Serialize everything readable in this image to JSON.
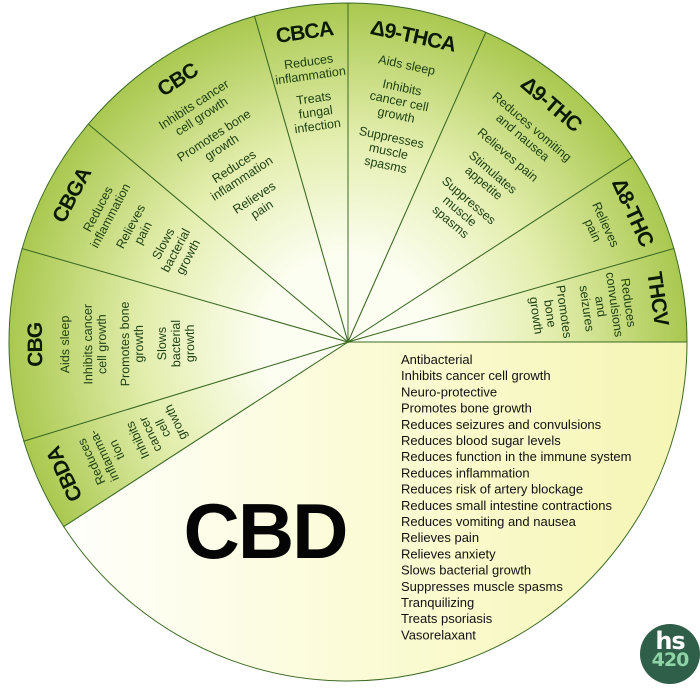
{
  "segments": [
    {
      "name": "CBD",
      "benefits": [
        "Antibacterial",
        "Inhibits cancer cell growth",
        "Neuro-protective",
        "Promotes bone growth",
        "Reduces seizures and convulsions",
        "Reduces blood sugar levels",
        "Reduces function in the immune system",
        "Reduces inflammation",
        "Reduces risk of artery blockage",
        "Reduces small intestine contractions",
        "Reduces vomiting and nausea",
        "Relieves pain",
        "Relieves anxiety",
        "Slows bacterial growth",
        "Suppresses muscle spasms",
        "Tranquilizing",
        "Treats psoriasis",
        "Vasorelaxant"
      ]
    },
    {
      "name": "CBDA",
      "benefits": [
        [
          "Reduces",
          "inflamma-",
          "tion"
        ],
        [
          "Inhibits",
          "cancer",
          "cell",
          "growth"
        ]
      ]
    },
    {
      "name": "CBG",
      "benefits": [
        [
          "Aids sleep"
        ],
        [
          "Inhibits cancer",
          "cell growth"
        ],
        [
          "Promotes bone",
          "growth"
        ],
        [
          "Slows",
          "bacterial",
          "growth"
        ]
      ]
    },
    {
      "name": "CBGA",
      "benefits": [
        [
          "Reduces",
          "inflammation"
        ],
        [
          "Relieves",
          "pain"
        ],
        [
          "Slows",
          "bacterial",
          "growth"
        ]
      ]
    },
    {
      "name": "CBC",
      "benefits": [
        [
          "Inhibits cancer",
          "cell growth"
        ],
        [
          "Promotes bone",
          "growth"
        ],
        [
          "Reduces",
          "inflammation"
        ],
        [
          "Relieves",
          "pain"
        ]
      ]
    },
    {
      "name": "CBCA",
      "benefits": [
        [
          "Reduces",
          "inflammation"
        ],
        [
          "Treats",
          "fungal",
          "infection"
        ]
      ]
    },
    {
      "name": "Δ9-THCA",
      "benefits": [
        [
          "Aids sleep"
        ],
        [
          "Inhibits",
          "cancer cell",
          "growth"
        ],
        [
          "Suppresses",
          "muscle",
          "spasms"
        ]
      ]
    },
    {
      "name": "Δ9-THC",
      "benefits": [
        [
          "Reduces vomiting",
          "and nausea"
        ],
        [
          "Relieves pain"
        ],
        [
          "Stimulates",
          "appetite"
        ],
        [
          "Suppresses",
          "muscle",
          "spasms"
        ]
      ]
    },
    {
      "name": "Δ8-THC",
      "benefits": [
        [
          "Relieves",
          "pain"
        ]
      ]
    },
    {
      "name": "THCV",
      "benefits": [
        [
          "Reduces",
          "convulsions",
          "and",
          "seizures"
        ],
        [
          "Promotes",
          "bone",
          "growth"
        ]
      ]
    }
  ],
  "logo": {
    "top": "hs",
    "bottom": "420"
  },
  "colors": {
    "outline": "#3d6b25",
    "wedge_outer": "#a9c84f",
    "wedge_inner": "#fbfde8",
    "cbd_fill": "#f9f9c0",
    "logo": "#2f5f48"
  }
}
